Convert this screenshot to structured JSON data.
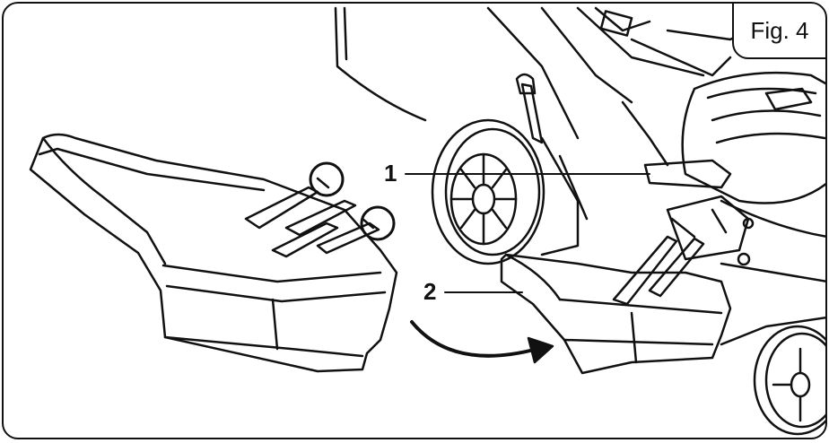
{
  "figure": {
    "label": "Fig. 4"
  },
  "callouts": [
    {
      "number": "1",
      "part": "upper-hook-mounts"
    },
    {
      "number": "2",
      "part": "rear-bag-flap"
    }
  ],
  "icons": [
    "wheel-icon",
    "curved-arrow-icon",
    "highlight-circle-icon"
  ],
  "colors": {
    "line": "#111111",
    "background": "#ffffff"
  }
}
